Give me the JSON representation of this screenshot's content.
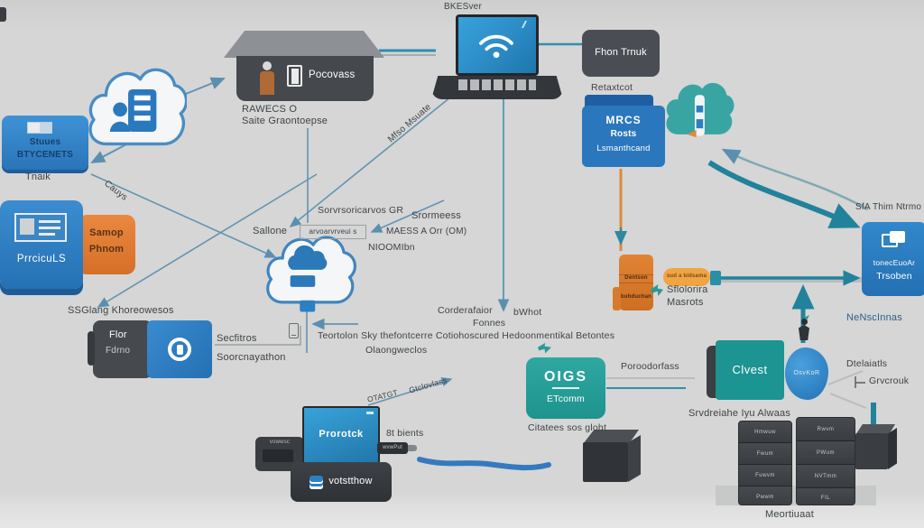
{
  "title": "network-architecture-diagram",
  "colors": {
    "background": "#d5d6d5",
    "blue_box": "#2b77bd",
    "blue_box_light": "#3b8ed4",
    "orange": "#e0843a",
    "dark_box": "#46494e",
    "teal": "#2fa8a2",
    "teal_dark": "#1b9492",
    "wire_teal": "#2f8fae",
    "wire_thick_teal": "#21829b",
    "wire_steel": "#6394b2",
    "wire_gray": "#b9bcbe",
    "wave_blue": "#3579c0",
    "text": "#3f4347"
  },
  "labels": {
    "bkesver": "BKESver",
    "pocovass": "Pocovass",
    "rawecs": "RAWECS O",
    "saite": "Saite Graontoepse",
    "fhon_trnuk": "Fhon Trnuk",
    "retaxtcot": "Retaxtcot",
    "mrcs1": "MRCS",
    "mrcs2": "Rosts",
    "mrcs3": "Lsmanthcand",
    "stuues1": "Stuues",
    "stuues2": "BTYCENETS",
    "tnaik": "Tnaik",
    "cauys": "Cauys",
    "mfso": "Mfso Msuate",
    "sorvrs": "Sorvrsoricarvos GR",
    "srormeess": "Srormeess",
    "sallone": "Sallone",
    "arvo": "arvoarvrveui s",
    "maess": "MAESS A Orr (OM)",
    "nioomibn": "NIOOMIbn",
    "protocols": "PrrcicuLS",
    "samop1": "Samop",
    "samop2": "Phnom",
    "ssglang": "SSGlang Khoreowesos",
    "flor": "Flor",
    "fdrno": "Fdrno",
    "secfitros": "Secfitros",
    "soorcn": "Soorcnayathon",
    "corderafaior": "Corderafaior",
    "fonnes": "Fonnes",
    "bwhot": "bWhot",
    "teortolon": "Teortolon Sky thefontcerre Cotiohoscured Hedoonmentikal Betontes",
    "olaong": "Olaongweclos",
    "sta_thim": "SfA Thim Ntrmo",
    "tonec1": "tonecEuoAr",
    "tonec2": "Trsoben",
    "nensc": "NeNscInnas",
    "dentson": "Dentson",
    "buhduchan": "buhduchan",
    "pill": "sud a bidsama",
    "sflolorira": "Sflolorira",
    "masrots": "Masrots",
    "poroodorfass": "Poroodorfass",
    "oigs": "OIGS",
    "etcomm": "ETcomm",
    "citatees": "Citatees sos gloht",
    "dtelaiatls": "Dtelaiatls",
    "grvcrouk": "Grvcrouk",
    "clvest": "Clvest",
    "oovkor": "OsvKoR",
    "srvdreiahe": "Srvdreiahe Iyu Alwaas",
    "meortiuaat": "Meortiuaat",
    "prorotck": "Prorotck",
    "votstthow": "votstthow",
    "bients": "8t bients",
    "otatgt": "OTATGT",
    "gtclovlass": "Gtclovlass",
    "vowwsc": "vowwsc",
    "wvwput": "wvwPut"
  },
  "racks": {
    "left": [
      "Hmwuw",
      "Fwum",
      "Fuwvm",
      "Pwwm"
    ],
    "right": [
      "Rwvm",
      "PWum",
      "NVTmm",
      "FIL"
    ],
    "caption": "Meortiuaat"
  }
}
